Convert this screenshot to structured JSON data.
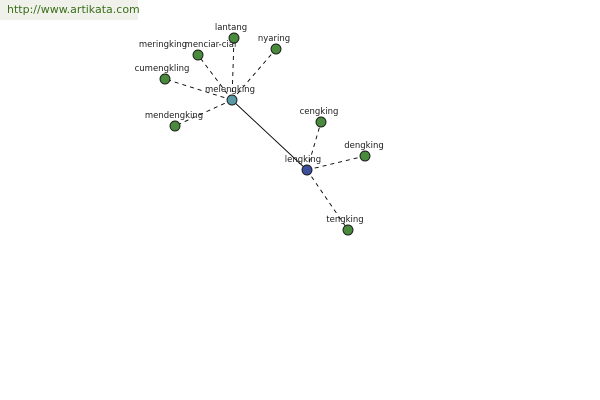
{
  "watermark": "http://www.artikata.com",
  "colors": {
    "leaf_node": "#4a8a3c",
    "hub_node_melengking": "#5a9aa6",
    "hub_node_lengking": "#3b4f9e",
    "node_stroke": "#1a1a1a",
    "edge": "#000000",
    "background": "#ffffff"
  },
  "graph": {
    "hubs": [
      {
        "id": "melengking",
        "label": "melengking",
        "color_key": "hub_node_melengking"
      },
      {
        "id": "lengking",
        "label": "lengking",
        "color_key": "hub_node_lengking"
      }
    ],
    "leaves": [
      {
        "id": "lantang",
        "label": "lantang",
        "hub": "melengking"
      },
      {
        "id": "nyaring",
        "label": "nyaring",
        "hub": "melengking"
      },
      {
        "id": "meringking",
        "label": "meringking",
        "hub": "melengking"
      },
      {
        "id": "menciar-ciar",
        "label": "menciar-ciar",
        "hub": "melengking"
      },
      {
        "id": "cumengkling",
        "label": "cumengkling",
        "hub": "melengking"
      },
      {
        "id": "mendengking",
        "label": "mendengking",
        "hub": "melengking"
      },
      {
        "id": "cengking",
        "label": "cengking",
        "hub": "lengking"
      },
      {
        "id": "dengking",
        "label": "dengking",
        "hub": "lengking"
      },
      {
        "id": "tengking",
        "label": "tengking",
        "hub": "lengking"
      }
    ],
    "edges": [
      {
        "from": "melengking",
        "to": "lengking",
        "style": "solid"
      },
      {
        "from": "melengking",
        "to": "lantang",
        "style": "dashed"
      },
      {
        "from": "melengking",
        "to": "nyaring",
        "style": "dashed"
      },
      {
        "from": "melengking",
        "to": "meringking",
        "style": "dashed"
      },
      {
        "from": "melengking",
        "to": "cumengkling",
        "style": "dashed"
      },
      {
        "from": "melengking",
        "to": "mendengking",
        "style": "dashed"
      },
      {
        "from": "lengking",
        "to": "cengking",
        "style": "dashed"
      },
      {
        "from": "lengking",
        "to": "dengking",
        "style": "dashed"
      },
      {
        "from": "lengking",
        "to": "tengking",
        "style": "dashed"
      }
    ]
  }
}
